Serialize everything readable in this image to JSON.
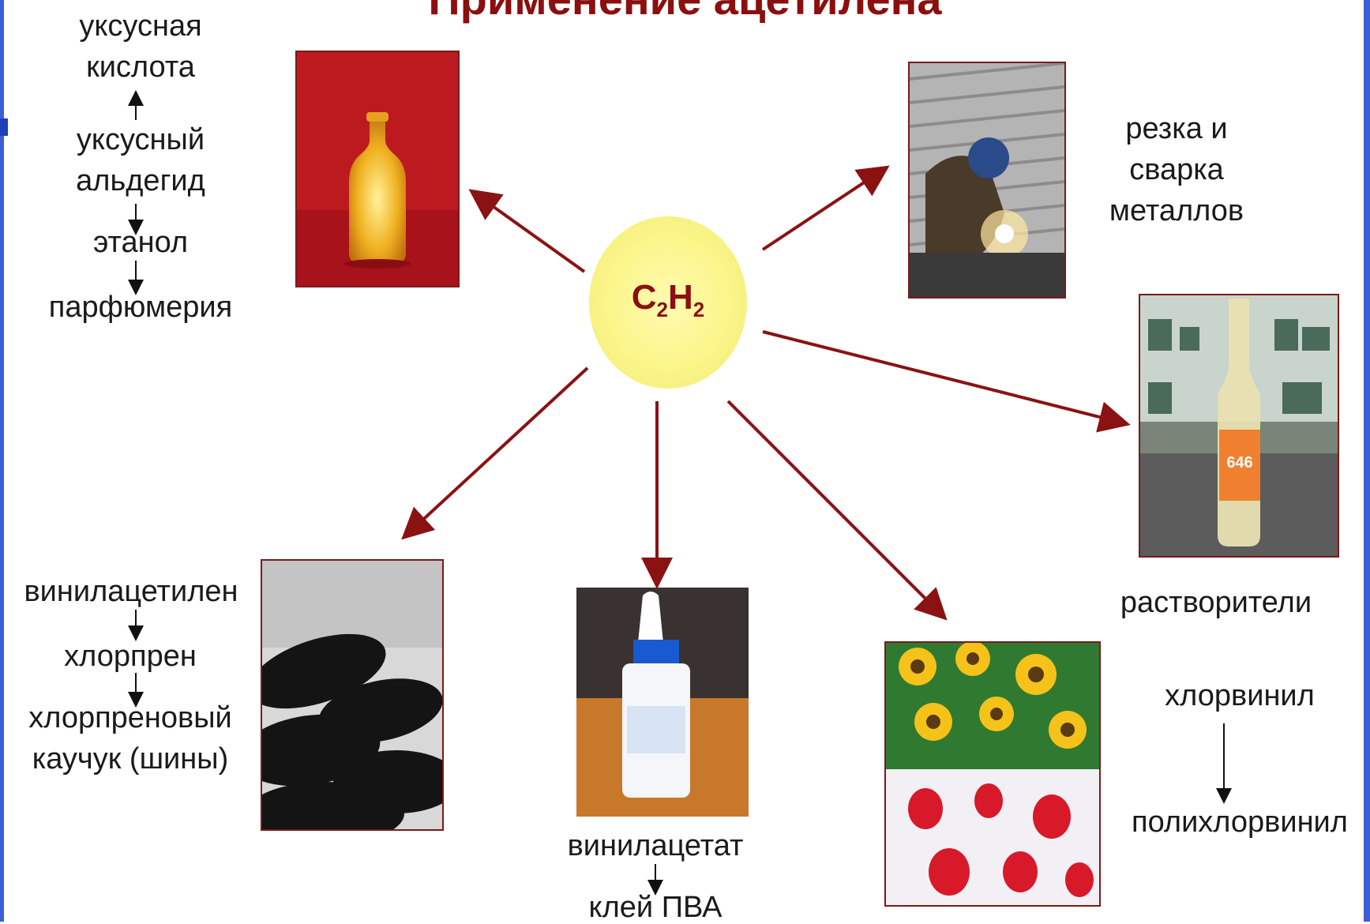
{
  "title": "Применение ацетилена",
  "center": {
    "formula_main": "C",
    "formula_sub1": "2",
    "formula_h": "H",
    "formula_sub2": "2"
  },
  "chains": {
    "acid": [
      "уксусная",
      "кислота",
      "уксусный",
      "альдегид",
      "этанол",
      "парфюмерия"
    ],
    "welding": [
      "резка и",
      "сварка",
      "металлов"
    ],
    "solvents": "растворители",
    "pvc": [
      "хлорвинил",
      "полихлорвинил"
    ],
    "glue": [
      "винилацетат",
      "клей ПВА"
    ],
    "rubber": [
      "винилацетилен",
      "хлорпрен",
      "хлорпреновый",
      "каучук (шины)"
    ]
  },
  "photos": {
    "bottle": "flask-photo",
    "welder": "welding-photo",
    "solvent": "solvent-bottle-photo",
    "bag": "plastic-bag-photo",
    "glue": "glue-bottle-photo",
    "tires": "tires-photo",
    "solvent_label": "646"
  },
  "colors": {
    "arrow": "#8b1212",
    "title": "#8b0f0f",
    "sun": "#fbf58a"
  }
}
